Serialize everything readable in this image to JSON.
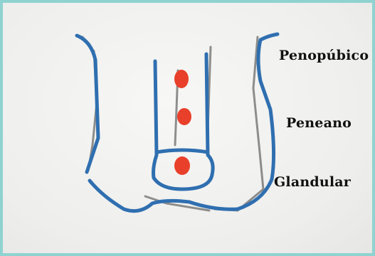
{
  "labels": {
    "penopubico": "Penopúbico",
    "peneano": "Peneano",
    "glandular": "Glandular"
  },
  "colors": {
    "frame": "#8fd3d0",
    "outline": "#2f6fb0",
    "dots": "#e8402a",
    "shadow": "#3a3a3a"
  }
}
